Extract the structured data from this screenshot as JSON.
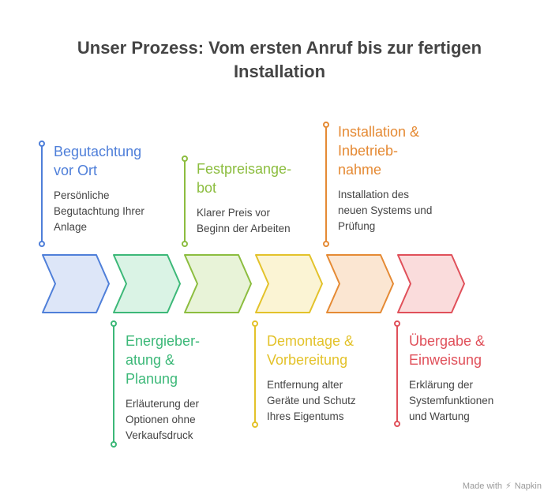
{
  "title": "Unser Prozess: Vom ersten Anruf bis zur fertigen\nInstallation",
  "steps": [
    {
      "heading": "Begutachtung\nvor Ort",
      "description": "Persönliche\nBegutachtung Ihrer\nAnlage",
      "color": "#4f7fd9",
      "fill": "#dde6f8",
      "position": "top"
    },
    {
      "heading": "Energieber-\natung &\nPlanung",
      "description": "Erläuterung der\nOptionen ohne\nVerkaufsdruck",
      "color": "#3cb878",
      "fill": "#daf3e5",
      "position": "bottom"
    },
    {
      "heading": "Festpreisange-\nbot",
      "description": "Klarer Preis vor\nBeginn der Arbeiten",
      "color": "#8cbd3f",
      "fill": "#e8f3d8",
      "position": "top"
    },
    {
      "heading": "Demontage &\nVorbereitung",
      "description": "Entfernung alter\nGeräte und Schutz\nIhres Eigentums",
      "color": "#e3c22a",
      "fill": "#fbf4d4",
      "position": "bottom"
    },
    {
      "heading": "Installation &\nInbetrieb-\nnahme",
      "description": "Installation des\nneuen Systems und\nPrüfung",
      "color": "#e58a34",
      "fill": "#fbe6d2",
      "position": "top"
    },
    {
      "heading": "Übergabe &\nEinweisung",
      "description": "Erklärung der\nSystemfunktionen\nund Wartung",
      "color": "#e0505a",
      "fill": "#fadcdc",
      "position": "bottom"
    }
  ],
  "footer": {
    "text": "Made with",
    "brand": "Napkin"
  }
}
